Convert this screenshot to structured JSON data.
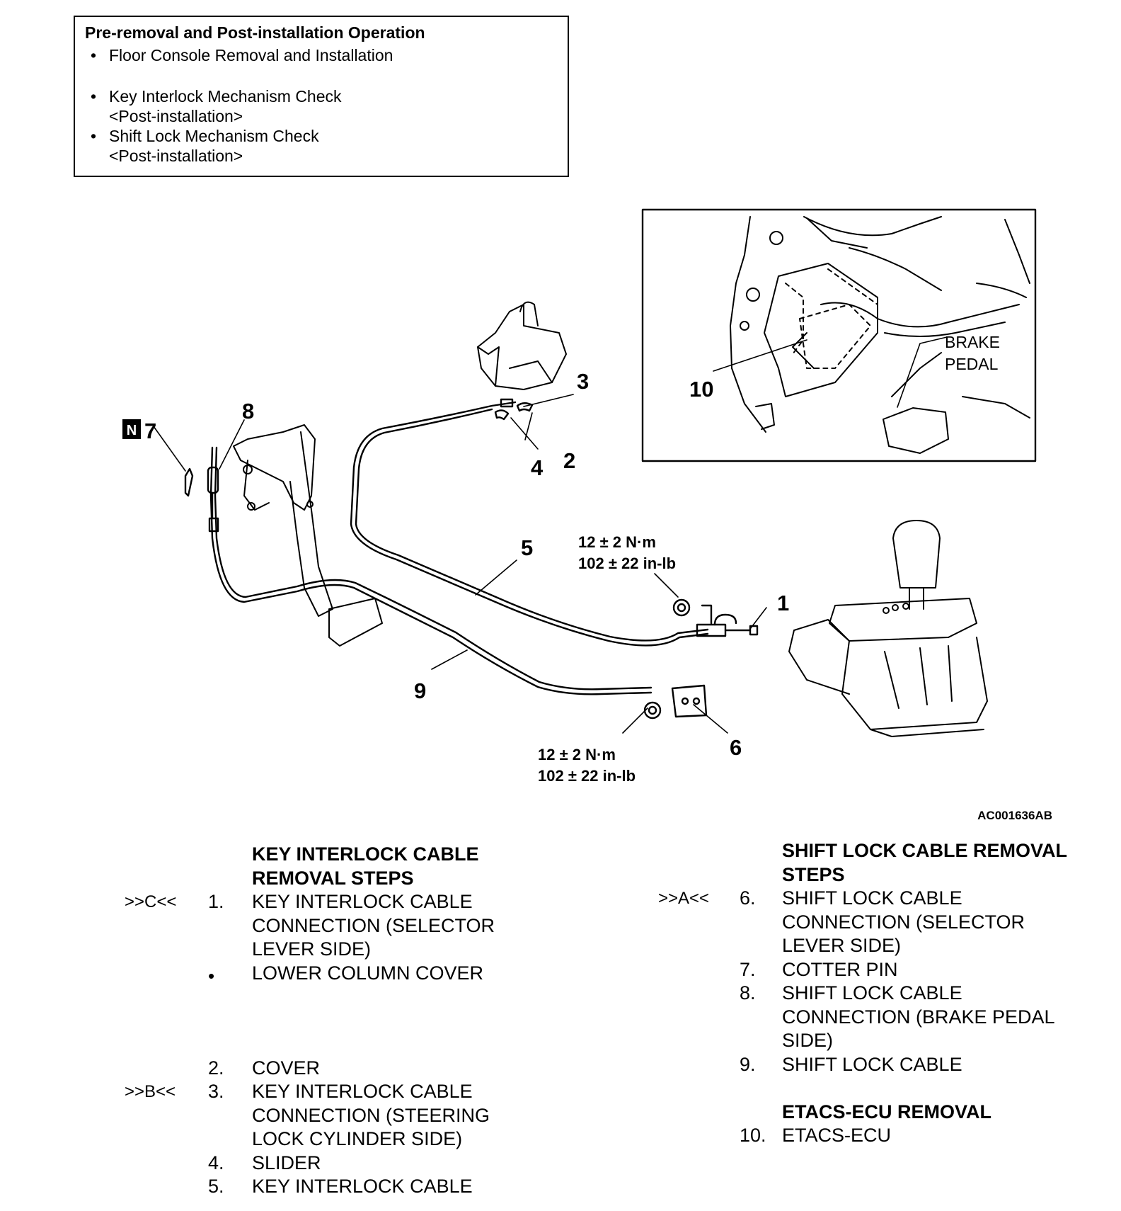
{
  "operation_box": {
    "title": "Pre-removal and Post-installation Operation",
    "items": [
      {
        "line1": "Floor Console Removal and Installation",
        "line2": ""
      },
      {
        "line1": "Key Interlock Mechanism Check",
        "line2": "<Post-installation>"
      },
      {
        "line1": "Shift Lock Mechanism Check",
        "line2": "<Post-installation>"
      }
    ]
  },
  "diagram": {
    "callouts": [
      "1",
      "2",
      "3",
      "4",
      "5",
      "6",
      "7",
      "8",
      "9",
      "10"
    ],
    "new_part_mark": "N",
    "torque_1": {
      "line1": "12 ± 2 N·m",
      "line2": "102 ± 22 in-lb"
    },
    "torque_2": {
      "line1": "12 ± 2 N·m",
      "line2": "102 ± 22 in-lb"
    },
    "inset_label_line1": "BRAKE",
    "inset_label_line2": "PEDAL",
    "figure_id": "AC001636AB"
  },
  "key_interlock": {
    "heading_line1": "KEY INTERLOCK CABLE",
    "heading_line2": "REMOVAL STEPS",
    "steps": [
      {
        "tag": ">>C<<",
        "num": "1.",
        "lines": [
          "KEY INTERLOCK CABLE",
          "CONNECTION (SELECTOR",
          "LEVER SIDE)"
        ]
      },
      {
        "tag": "",
        "num": "•",
        "lines": [
          "LOWER COLUMN COVER"
        ]
      },
      {
        "tag": "",
        "num": "2.",
        "lines": [
          "COVER"
        ]
      },
      {
        "tag": ">>B<<",
        "num": "3.",
        "lines": [
          "KEY INTERLOCK CABLE",
          "CONNECTION (STEERING",
          "LOCK CYLINDER SIDE)"
        ]
      },
      {
        "tag": "",
        "num": "4.",
        "lines": [
          "SLIDER"
        ]
      },
      {
        "tag": "",
        "num": "5.",
        "lines": [
          "KEY INTERLOCK CABLE"
        ]
      }
    ]
  },
  "shift_lock": {
    "heading_line1": "SHIFT LOCK CABLE REMOVAL",
    "heading_line2": "STEPS",
    "steps": [
      {
        "tag": ">>A<<",
        "num": "6.",
        "lines": [
          "SHIFT LOCK CABLE",
          "CONNECTION (SELECTOR",
          "LEVER SIDE)"
        ]
      },
      {
        "tag": "",
        "num": "7.",
        "lines": [
          "COTTER PIN"
        ]
      },
      {
        "tag": "",
        "num": "8.",
        "lines": [
          "SHIFT LOCK CABLE",
          "CONNECTION (BRAKE PEDAL",
          "SIDE)"
        ]
      },
      {
        "tag": "",
        "num": "9.",
        "lines": [
          "SHIFT LOCK CABLE"
        ]
      }
    ]
  },
  "etacs": {
    "heading": "ETACS-ECU REMOVAL",
    "steps": [
      {
        "num": "10.",
        "lines": [
          "ETACS-ECU"
        ]
      }
    ]
  }
}
